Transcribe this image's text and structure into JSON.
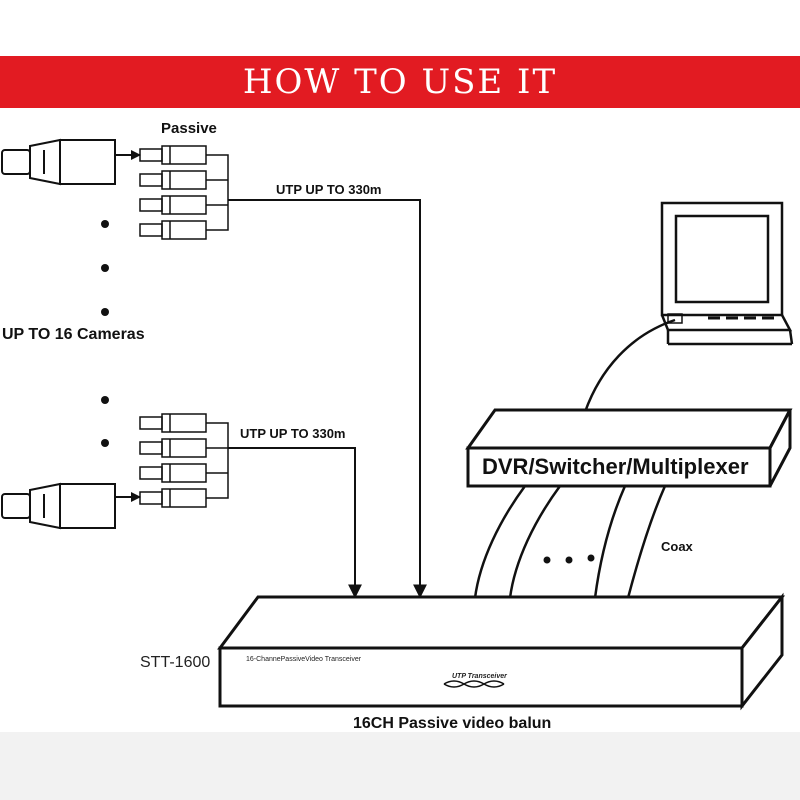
{
  "header": {
    "title": "HOW TO USE IT"
  },
  "labels": {
    "passive": "Passive",
    "utp_top": "UTP UP TO 330m",
    "utp_bottom": "UTP UP TO 330m",
    "cameras": "UP TO 16 Cameras",
    "dvr": "DVR/Switcher/Multiplexer",
    "coax": "Coax",
    "model": "STT-1600",
    "device_front": "16-ChannePassiveVideo Transceiver",
    "device_badge": "UTP Transceiver",
    "caption": "16CH Passive video balun"
  },
  "colors": {
    "banner": "#e21b22",
    "line": "#111111"
  }
}
